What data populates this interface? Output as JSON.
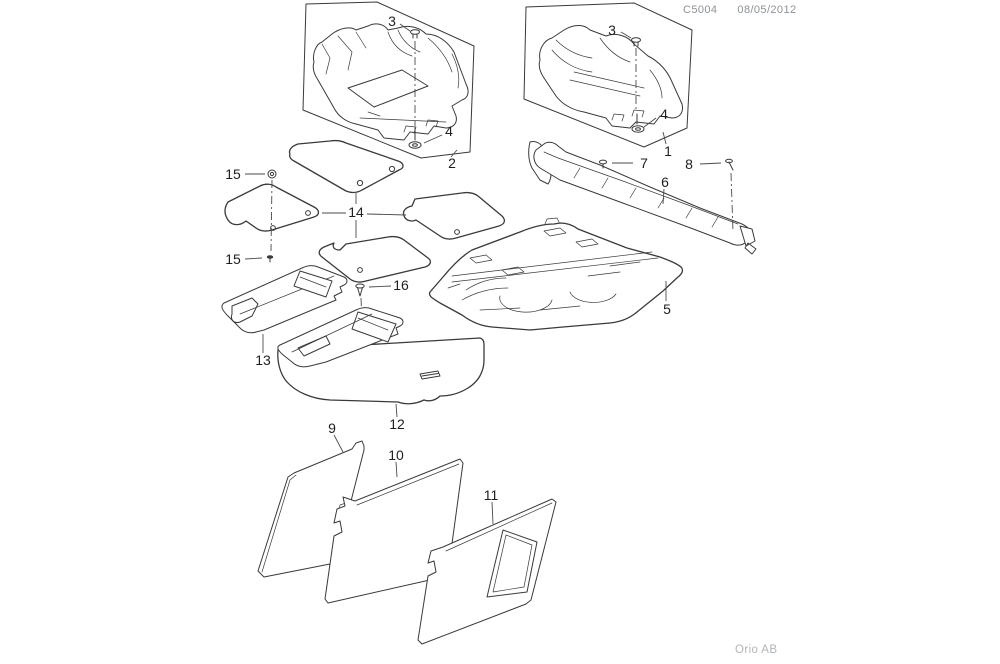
{
  "header": {
    "code": "C5004",
    "date": "08/05/2012"
  },
  "footer": {
    "company": "Orio AB"
  },
  "callouts": {
    "c1": "1",
    "c2": "2",
    "c3a": "3",
    "c3b": "3",
    "c4a": "4",
    "c4b": "4",
    "c5": "5",
    "c6": "6",
    "c7": "7",
    "c8": "8",
    "c9": "9",
    "c10": "10",
    "c11": "11",
    "c12": "12",
    "c13": "13",
    "c14": "14",
    "c15a": "15",
    "c15b": "15",
    "c16": "16"
  },
  "colors": {
    "line": "#3a3a3a",
    "leader": "#4a4a4a",
    "label_text": "#1f1f1f",
    "header_text": "#8d9296",
    "footer_text": "#b2b5b8",
    "background": "#ffffff"
  }
}
